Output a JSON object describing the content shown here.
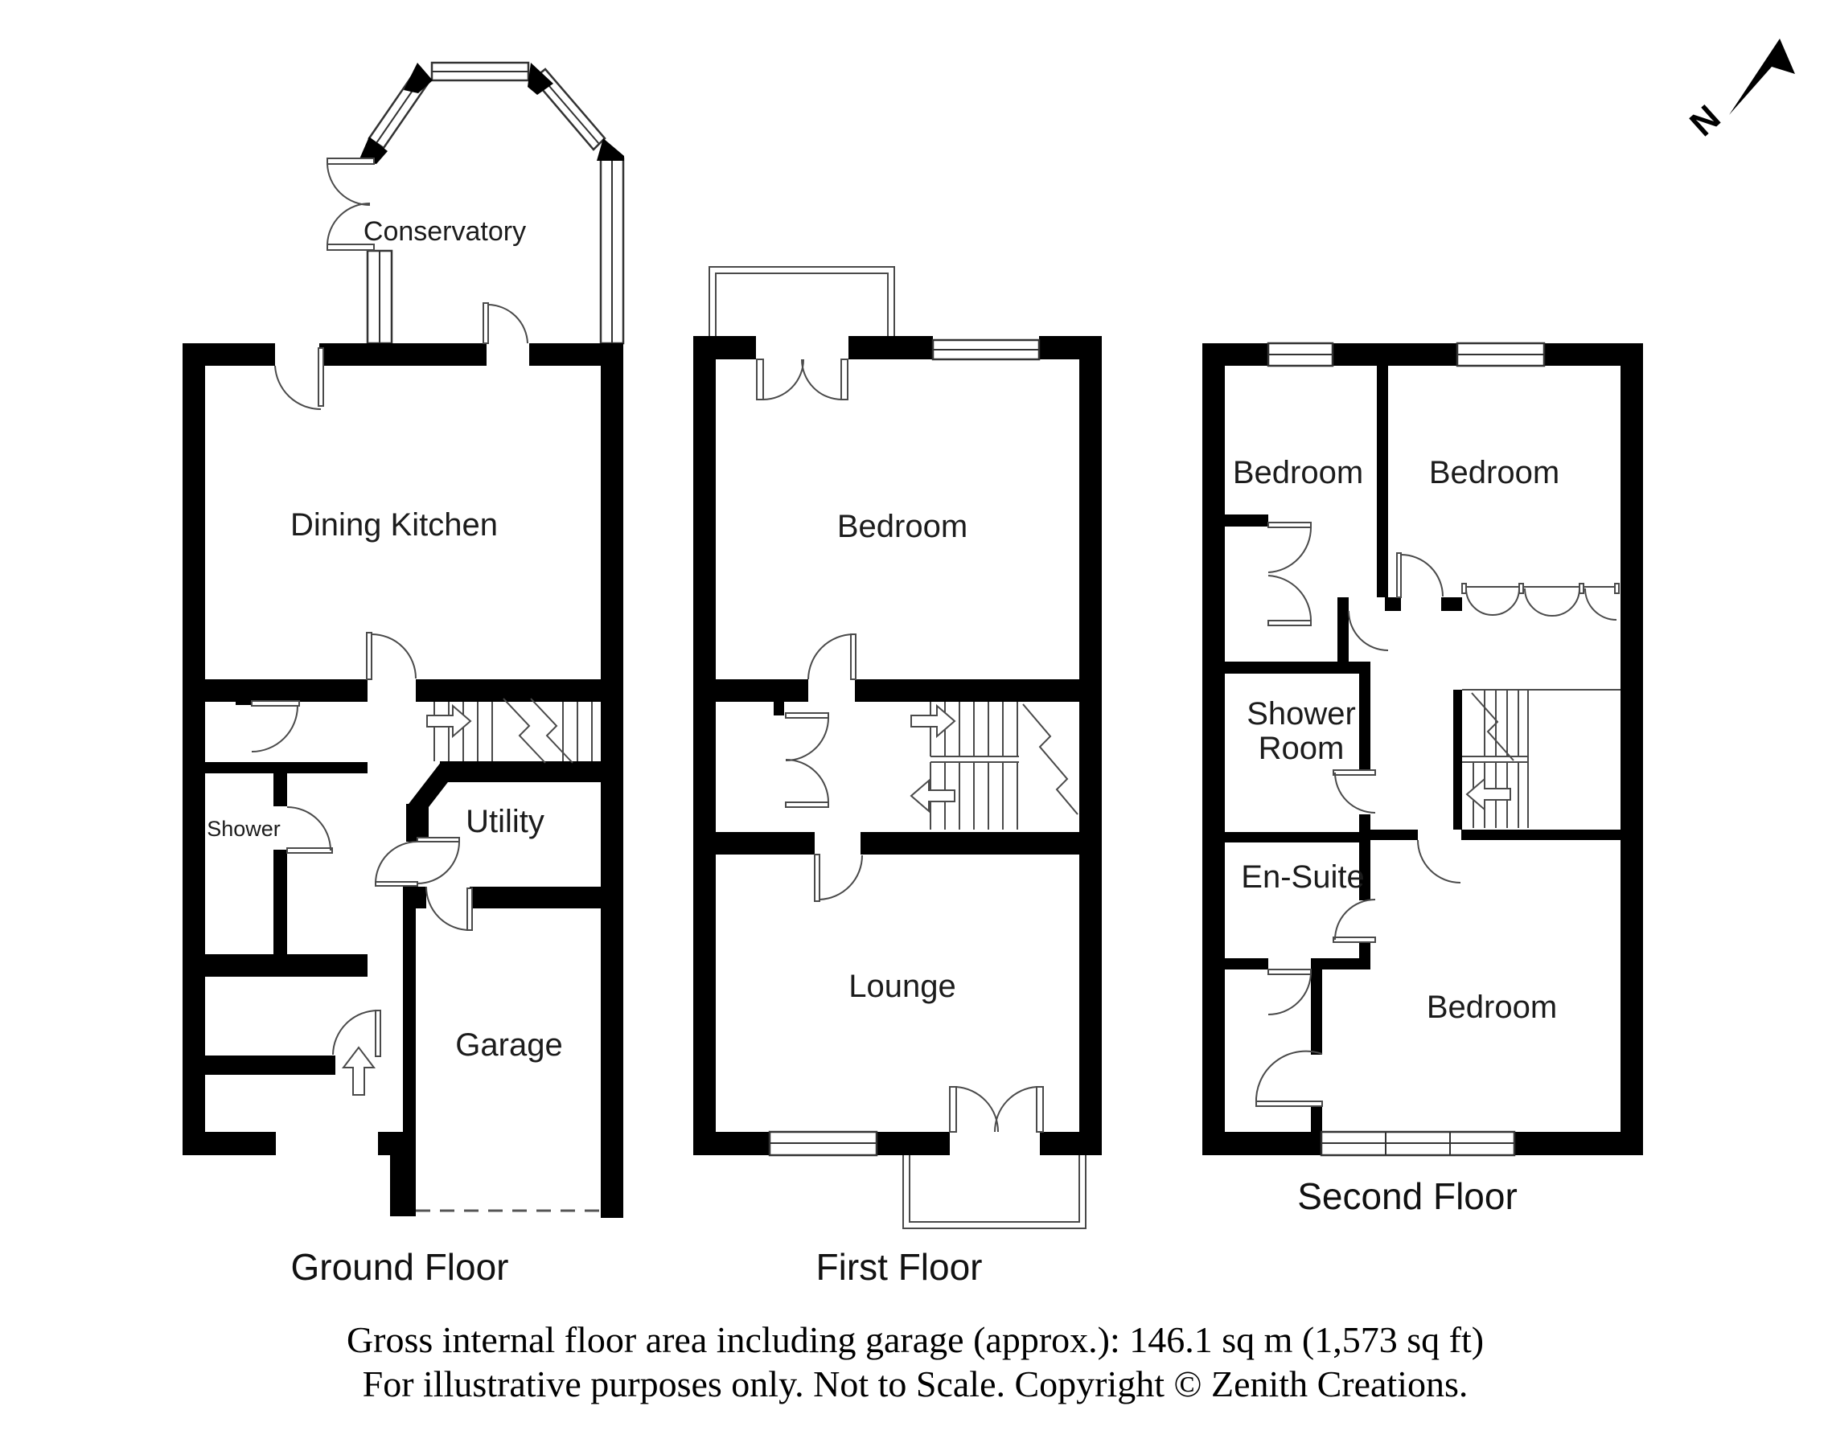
{
  "meta": {
    "type": "floorplan",
    "background_color": "#ffffff",
    "wall_color": "#000000",
    "line_color": "#4a4a4a"
  },
  "labels": {
    "conservatory": "Conservatory",
    "dining_kitchen": "Dining Kitchen",
    "shower": "Shower",
    "utility": "Utility",
    "garage": "Garage",
    "bedroom_first": "Bedroom",
    "lounge": "Lounge",
    "bedroom_second_left": "Bedroom",
    "bedroom_second_right": "Bedroom",
    "shower_room_line1": "Shower",
    "shower_room_line2": "Room",
    "en_suite": "En-Suite",
    "bedroom_second_bottom": "Bedroom",
    "north": "N"
  },
  "floor_titles": {
    "ground": "Ground Floor",
    "first": "First Floor",
    "second": "Second Floor"
  },
  "footer": {
    "line1": "Gross internal floor area including garage (approx.): 146.1 sq m (1,573 sq ft)",
    "line2": "For illustrative purposes only. Not to Scale. Copyright © Zenith Creations."
  }
}
